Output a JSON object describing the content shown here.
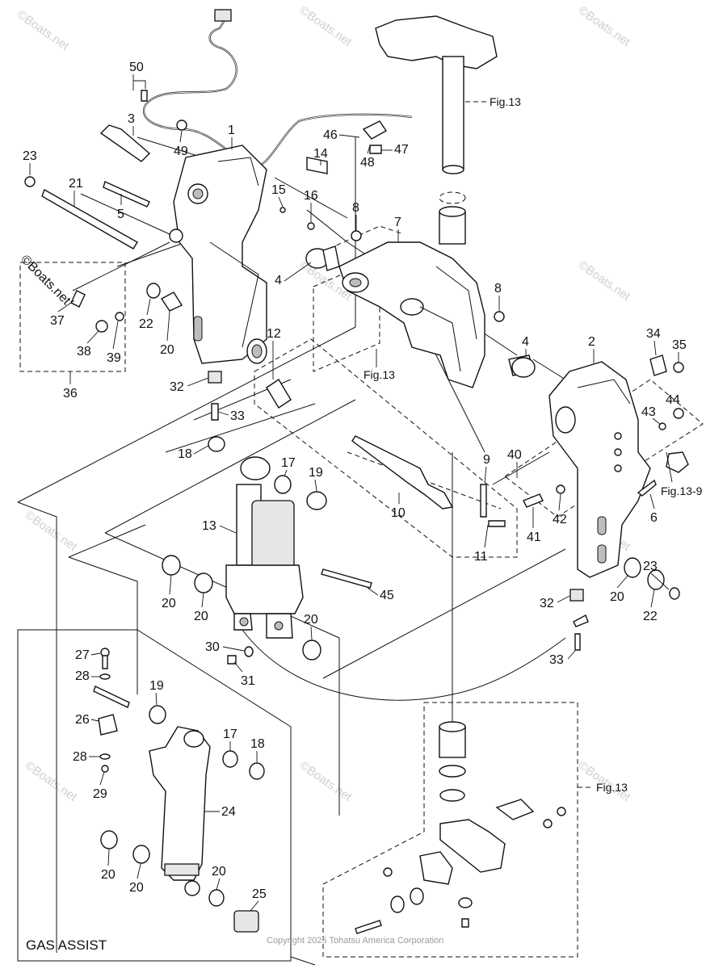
{
  "watermark": "©Boats.net",
  "corner_watermark": "©Boats.net",
  "copyright": "Copyright 2025 Tohatsu America Corporation",
  "inset_title": "GAS ASSIST",
  "figure_refs": {
    "fig13_top": "Fig.13",
    "fig13_mid": "Fig.13",
    "fig13_bottom": "Fig.13",
    "fig13_9": "Fig.13-9"
  },
  "callouts": {
    "c1": "1",
    "c2": "2",
    "c3": "3",
    "c4a": "4",
    "c4b": "4",
    "c5": "5",
    "c6": "6",
    "c7": "7",
    "c8a": "8",
    "c8b": "8",
    "c9": "9",
    "c10": "10",
    "c11": "11",
    "c12": "12",
    "c13": "13",
    "c14": "14",
    "c15": "15",
    "c16": "16",
    "c17a": "17",
    "c17b": "17",
    "c18a": "18",
    "c18b": "18",
    "c19a": "19",
    "c19b": "19",
    "c20a": "20",
    "c20b": "20",
    "c20c": "20",
    "c20d": "20",
    "c20e": "20",
    "c20f": "20",
    "c20g": "20",
    "c21": "21",
    "c22a": "22",
    "c22b": "22",
    "c23a": "23",
    "c23b": "23",
    "c24": "24",
    "c25": "25",
    "c26": "26",
    "c27": "27",
    "c28a": "28",
    "c28b": "28",
    "c29": "29",
    "c30": "30",
    "c31": "31",
    "c32a": "32",
    "c32b": "32",
    "c33a": "33",
    "c33b": "33",
    "c34": "34",
    "c35": "35",
    "c36": "36",
    "c37": "37",
    "c38": "38",
    "c39": "39",
    "c40": "40",
    "c41": "41",
    "c42": "42",
    "c43": "43",
    "c44": "44",
    "c45": "45",
    "c46": "46",
    "c47": "47",
    "c48": "48",
    "c49": "49",
    "c50": "50"
  }
}
